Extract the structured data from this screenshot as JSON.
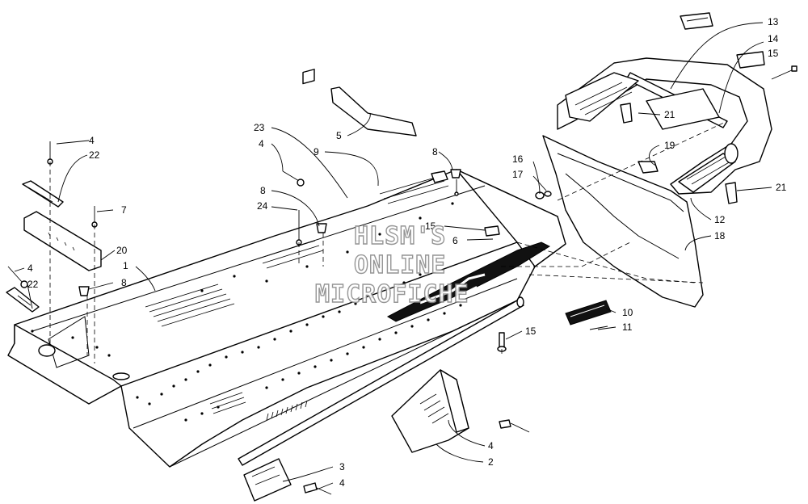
{
  "watermark": {
    "line1": "HLSM'S",
    "line2": "ONLINE",
    "line3": "MICROFICHE"
  },
  "callouts": [
    {
      "id": "c-13",
      "label": "13"
    },
    {
      "id": "c-14",
      "label": "14"
    },
    {
      "id": "c-15a",
      "label": "15"
    },
    {
      "id": "c-21a",
      "label": "21"
    },
    {
      "id": "c-19",
      "label": "19"
    },
    {
      "id": "c-21b",
      "label": "21"
    },
    {
      "id": "c-16",
      "label": "16"
    },
    {
      "id": "c-17",
      "label": "17"
    },
    {
      "id": "c-12",
      "label": "12"
    },
    {
      "id": "c-18",
      "label": "18"
    },
    {
      "id": "c-15b",
      "label": "15"
    },
    {
      "id": "c-6",
      "label": "6"
    },
    {
      "id": "c-10",
      "label": "10"
    },
    {
      "id": "c-11",
      "label": "11"
    },
    {
      "id": "c-15c",
      "label": "15"
    },
    {
      "id": "c-23",
      "label": "23"
    },
    {
      "id": "c-5",
      "label": "5"
    },
    {
      "id": "c-4a",
      "label": "4"
    },
    {
      "id": "c-9",
      "label": "9"
    },
    {
      "id": "c-8a",
      "label": "8"
    },
    {
      "id": "c-8b",
      "label": "8"
    },
    {
      "id": "c-24",
      "label": "24"
    },
    {
      "id": "c-4b",
      "label": "4"
    },
    {
      "id": "c-22a",
      "label": "22"
    },
    {
      "id": "c-7",
      "label": "7"
    },
    {
      "id": "c-20",
      "label": "20"
    },
    {
      "id": "c-1",
      "label": "1"
    },
    {
      "id": "c-4c",
      "label": "4"
    },
    {
      "id": "c-22b",
      "label": "22"
    },
    {
      "id": "c-8c",
      "label": "8"
    },
    {
      "id": "c-4d",
      "label": "4"
    },
    {
      "id": "c-2",
      "label": "2"
    },
    {
      "id": "c-3",
      "label": "3"
    },
    {
      "id": "c-4e",
      "label": "4"
    }
  ]
}
